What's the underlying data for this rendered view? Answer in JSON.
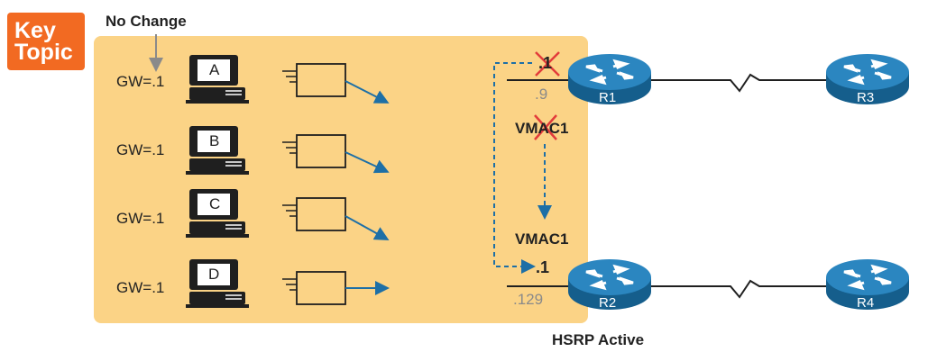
{
  "badge": {
    "line1": "Key",
    "line2": "Topic"
  },
  "callout": {
    "no_change": "No Change"
  },
  "hosts": [
    {
      "label": "A",
      "gateway": "GW=.1"
    },
    {
      "label": "B",
      "gateway": "GW=.1"
    },
    {
      "label": "C",
      "gateway": "GW=.1"
    },
    {
      "label": "D",
      "gateway": "GW=.1"
    }
  ],
  "r1": {
    "name": "R1",
    "vip": ".1",
    "addr": ".9",
    "vmac": "VMAC1"
  },
  "r2": {
    "name": "R2",
    "vip": ".1",
    "addr": ".129",
    "vmac": "VMAC1",
    "role": "HSRP Active"
  },
  "r3": {
    "name": "R3"
  },
  "r4": {
    "name": "R4"
  },
  "colors": {
    "router": "#1b6fa3",
    "arrow": "#1d6fa6",
    "x_mark": "#e23b3b",
    "panel": "#fbd386",
    "badge": "#f26a22"
  }
}
